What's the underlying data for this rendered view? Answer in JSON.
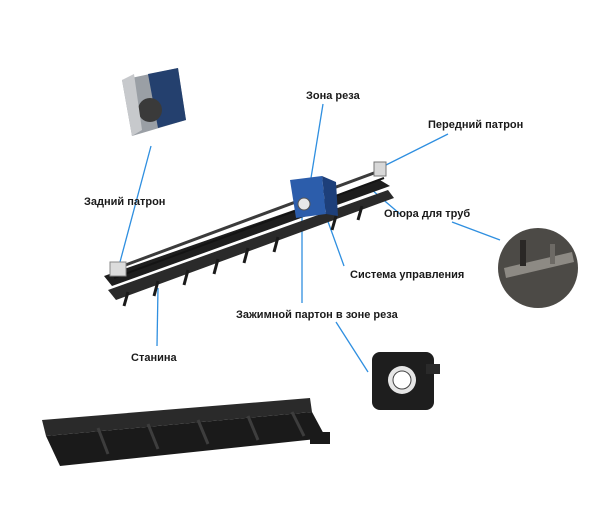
{
  "colors": {
    "callout_line": "#2f8fe0",
    "machine_dark": "#1e1e1e",
    "machine_blue": "#2c5dab",
    "chuck_gray": "#9a9fa5",
    "chuck_blue": "#24406e"
  },
  "labels": {
    "cutting_zone": "Зона реза",
    "front_chuck": "Передний патрон",
    "rear_chuck": "Задний патрон",
    "pipe_support": "Опора для труб",
    "control_system": "Система управления",
    "clamping_chuck": "Зажимной партон в зоне реза",
    "bed": "Станина"
  }
}
